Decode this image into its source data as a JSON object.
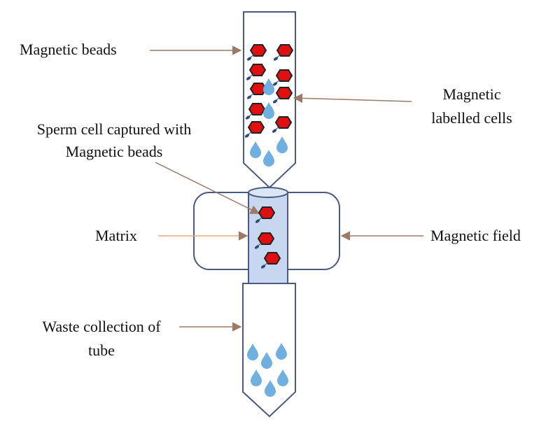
{
  "labels": {
    "magnetic_beads": "Magnetic beads",
    "magnetic_labelled_cells_1": "Magnetic",
    "magnetic_labelled_cells_2": "labelled cells",
    "sperm_captured_1": "Sperm cell captured with",
    "sperm_captured_2": "Magnetic beads",
    "matrix": "Matrix",
    "magnetic_field": "Magnetic field",
    "waste_1": "Waste collection of",
    "waste_2": "tube"
  },
  "colors": {
    "outline": "#4a5a82",
    "bead_fill": "#e01010",
    "bead_stroke": "#222222",
    "drop": "#6fb0e0",
    "column_fill": "#c6d7ef",
    "arrow": "#9c7a66",
    "sperm": "#2e4a7a"
  },
  "icons": {
    "bead": "red-hexagon-bead",
    "droplet": "water-droplet-icon",
    "sperm": "sperm-cell-icon"
  }
}
